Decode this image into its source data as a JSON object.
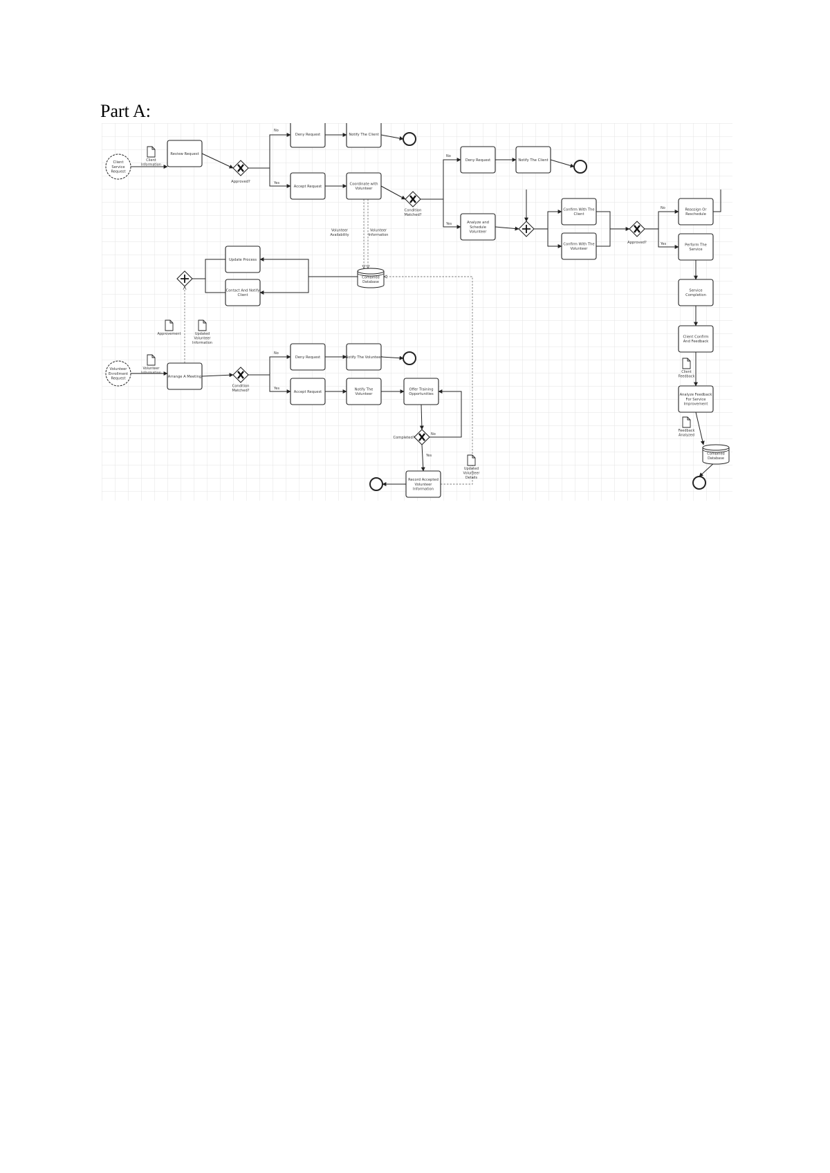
{
  "page": {
    "heading": "Part A:"
  },
  "diagram": {
    "events": [
      {
        "id": "start1",
        "label": [
          "Client",
          "Service",
          "Request"
        ],
        "type": "start"
      },
      {
        "id": "start2",
        "label": [
          "Volunteer",
          "Enrollment",
          "Request"
        ],
        "type": "start"
      },
      {
        "id": "end1",
        "type": "end"
      },
      {
        "id": "end2",
        "type": "end"
      },
      {
        "id": "end3",
        "type": "end"
      },
      {
        "id": "end4",
        "type": "end"
      },
      {
        "id": "end5",
        "type": "end"
      }
    ],
    "tasks": [
      {
        "id": "t_review",
        "label": [
          "Review Request"
        ]
      },
      {
        "id": "t_deny1",
        "label": [
          "Deny Request"
        ]
      },
      {
        "id": "t_notify1",
        "label": [
          "Notify The Client"
        ]
      },
      {
        "id": "t_accept1",
        "label": [
          "Accept Request"
        ]
      },
      {
        "id": "t_coordinate",
        "label": [
          "Coordinate with",
          "Volunteer"
        ]
      },
      {
        "id": "t_deny2",
        "label": [
          "Deny Request"
        ]
      },
      {
        "id": "t_notify2",
        "label": [
          "Notify The Client"
        ]
      },
      {
        "id": "t_analyze",
        "label": [
          "Analyze and",
          "Schedule",
          "Volunteer"
        ]
      },
      {
        "id": "t_confirm_client",
        "label": [
          "Confirm With The",
          "Client"
        ]
      },
      {
        "id": "t_confirm_vol",
        "label": [
          "Confirm With The",
          "Volunteer"
        ]
      },
      {
        "id": "t_reassign",
        "label": [
          "Reassign Or",
          "Reschedule"
        ]
      },
      {
        "id": "t_perform",
        "label": [
          "Perform The",
          "Service"
        ]
      },
      {
        "id": "t_service_completion",
        "label": [
          "Service",
          "Completion"
        ]
      },
      {
        "id": "t_client_feedback",
        "label": [
          "Client Confirm",
          "And Feedback"
        ]
      },
      {
        "id": "t_analyze_feedback",
        "label": [
          "Analyze Feedback",
          "For Service",
          "Improvement"
        ]
      },
      {
        "id": "t_update",
        "label": [
          "Update Process"
        ]
      },
      {
        "id": "t_contact",
        "label": [
          "Contact And Notify",
          "Client"
        ]
      },
      {
        "id": "t_arrange",
        "label": [
          "Arrange A Meeting"
        ]
      },
      {
        "id": "t_deny3",
        "label": [
          "Deny Request"
        ]
      },
      {
        "id": "t_notify3",
        "label": [
          "Notify The Volunteer"
        ]
      },
      {
        "id": "t_accept3",
        "label": [
          "Accept Request"
        ]
      },
      {
        "id": "t_notify4",
        "label": [
          "Notify The",
          "Volunteer"
        ]
      },
      {
        "id": "t_offer",
        "label": [
          "Offer Training",
          "Opportunities"
        ]
      },
      {
        "id": "t_record",
        "label": [
          "Record Accepted",
          "Volunteer",
          "Information"
        ]
      }
    ],
    "gateways": [
      {
        "id": "g_approved1",
        "type": "exclusive",
        "label": [
          "Approved?"
        ]
      },
      {
        "id": "g_condition1",
        "type": "exclusive",
        "label": [
          "Condition",
          "Matched?"
        ]
      },
      {
        "id": "g_parallel1",
        "type": "parallel",
        "label": []
      },
      {
        "id": "g_approved2",
        "type": "exclusive",
        "label": [
          "Approved?"
        ]
      },
      {
        "id": "g_parallel2",
        "type": "parallel",
        "label": []
      },
      {
        "id": "g_condition2",
        "type": "exclusive",
        "label": [
          "Condition",
          "Matched?"
        ]
      },
      {
        "id": "g_completed",
        "type": "exclusive",
        "label": [
          "Completed?"
        ]
      }
    ],
    "data_objects": [
      {
        "id": "d_client_info",
        "label": [
          "Client",
          "Information"
        ]
      },
      {
        "id": "d_vol_info",
        "label": [
          "Volunteer",
          "Information"
        ]
      },
      {
        "id": "d_approvement",
        "label": [
          "Approvement"
        ]
      },
      {
        "id": "d_updated_vol",
        "label": [
          "Updated",
          "Volunteer",
          "Information"
        ]
      },
      {
        "id": "d_client_feedback",
        "label": [
          "Client",
          "Feedback"
        ]
      },
      {
        "id": "d_feedback_analyzed",
        "label": [
          "Feedback",
          "Analyzed"
        ]
      },
      {
        "id": "d_updated_details",
        "label": [
          "Updated",
          "Volunteer",
          "Details"
        ]
      }
    ],
    "databases": [
      {
        "id": "db1",
        "label": [
          "Combined",
          "Database"
        ]
      },
      {
        "id": "db2",
        "label": [
          "Combined",
          "Database"
        ]
      }
    ],
    "annotations": [
      {
        "id": "a_vol_availability",
        "label": [
          "Volunteer",
          "Availability"
        ]
      },
      {
        "id": "a_vol_information",
        "label": [
          "Volunteer",
          "Information"
        ]
      }
    ],
    "flow_labels": {
      "no": "No",
      "yes": "Yes"
    }
  }
}
